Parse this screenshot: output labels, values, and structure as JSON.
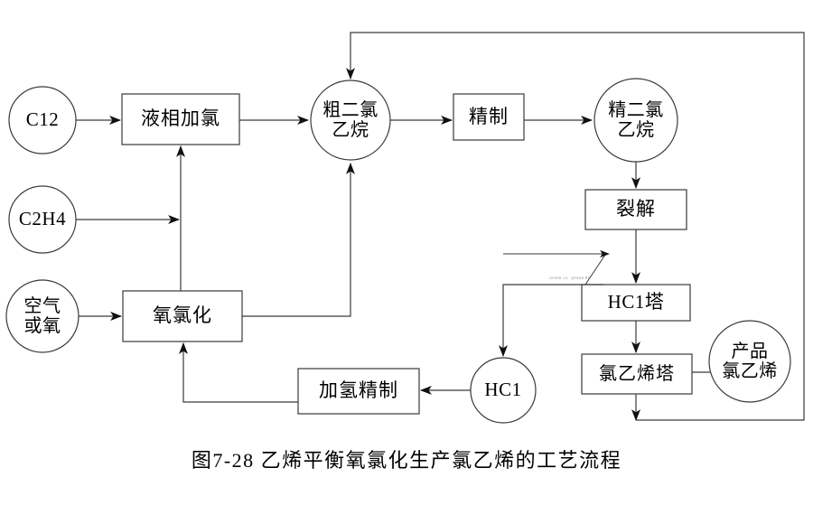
{
  "figure": {
    "caption": "图7-28  乙烯平衡氧氯化生产氯乙烯的工艺流程",
    "stroke_color": "#3a3a3a",
    "text_color": "#000000",
    "background": "#ffffff",
    "artifact_text": "'.zroon  5x '.proon  8x"
  },
  "nodes": {
    "cl2": {
      "label": "C12",
      "shape": "circle"
    },
    "c2h4": {
      "label": "C2H4",
      "shape": "circle"
    },
    "air_or_oxygen": {
      "label": "空气\n或氧",
      "shape": "circle"
    },
    "liquid_chlorination": {
      "label": "液相加氯",
      "shape": "box"
    },
    "oxychlorination": {
      "label": "氧氯化",
      "shape": "box"
    },
    "crude_dichloroethane": {
      "label": "粗二氯\n乙烷",
      "shape": "circle"
    },
    "refining": {
      "label": "精制",
      "shape": "box"
    },
    "pure_dichloroethane": {
      "label": "精二氯\n乙烷",
      "shape": "circle"
    },
    "cracking": {
      "label": "裂解",
      "shape": "box"
    },
    "hcl_tower": {
      "label": "HC1塔",
      "shape": "box"
    },
    "vinyl_chloride_tower": {
      "label": "氯乙烯塔",
      "shape": "box"
    },
    "product_vinyl_chloride": {
      "label": "产品\n氯乙烯",
      "shape": "circle"
    },
    "hcl": {
      "label": "HC1",
      "shape": "circle"
    },
    "hydro_refining": {
      "label": "加氢精制",
      "shape": "box"
    }
  }
}
